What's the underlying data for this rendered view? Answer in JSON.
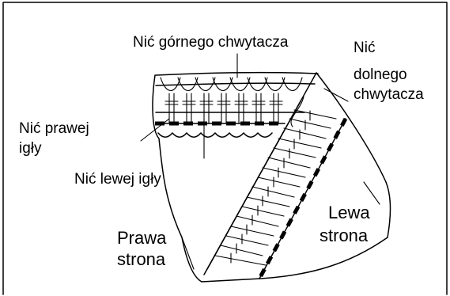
{
  "labels": {
    "upper_looper_thread": "Nić górnego chwytacza",
    "lower_looper_thread_line1": "Nić",
    "lower_looper_thread_line2": "dolnego",
    "lower_looper_thread_line3": "chwytacza",
    "right_needle_thread_line1": "Nić prawej",
    "right_needle_thread_line2": "igły",
    "left_needle_thread": "Nić lewej igły",
    "left_side_line1": "Lewa",
    "left_side_line2": "strona",
    "right_side_line1": "Prawa",
    "right_side_line2": "strona"
  },
  "colors": {
    "line": "#000000",
    "background": "#ffffff"
  }
}
